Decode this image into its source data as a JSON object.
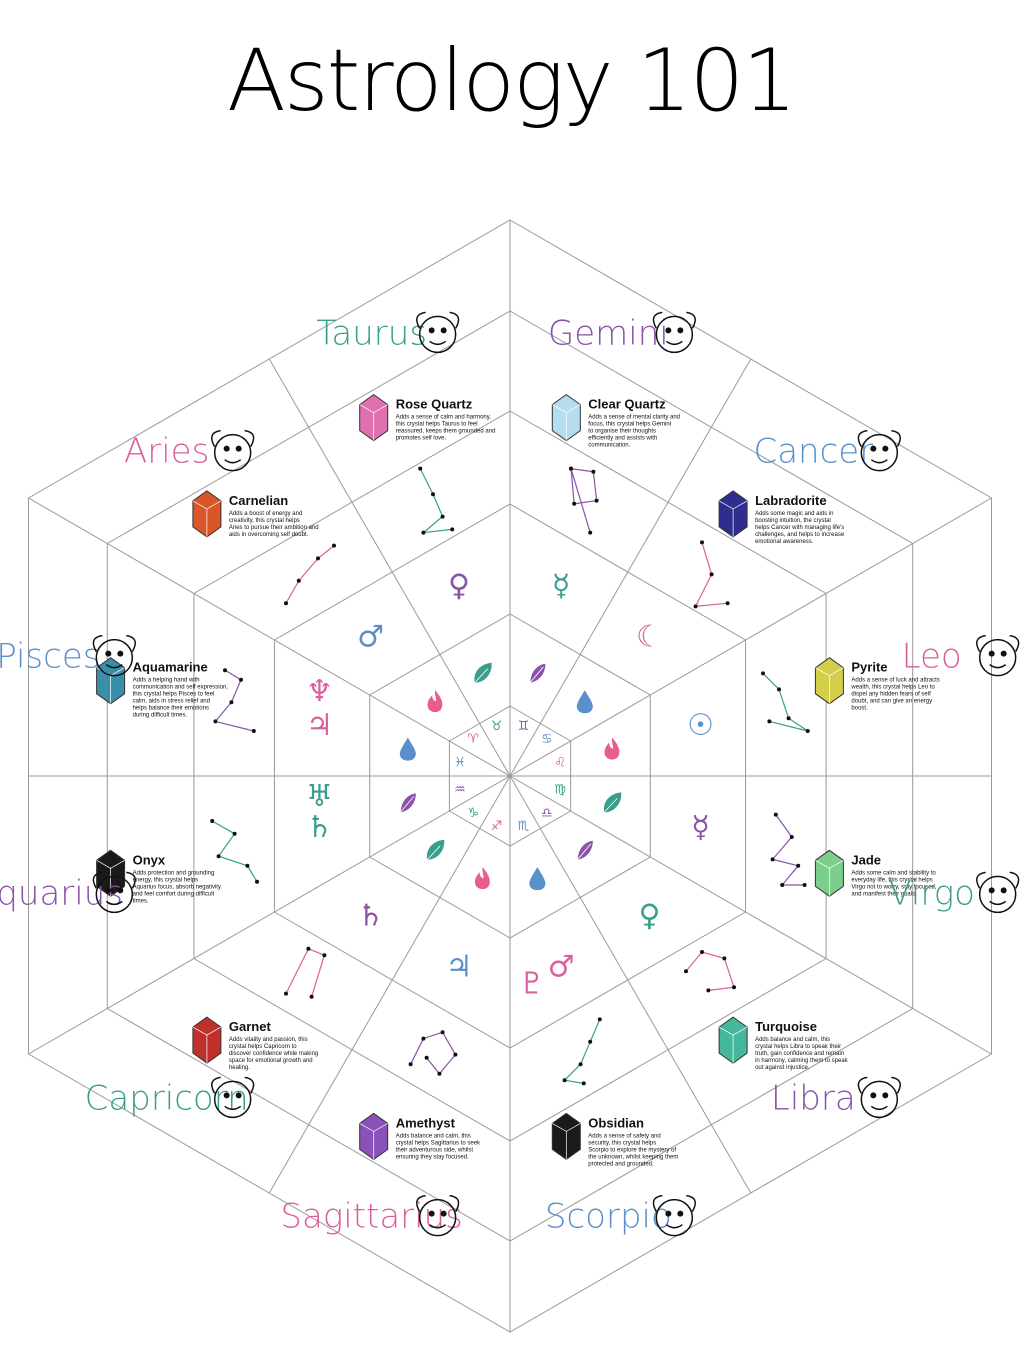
{
  "title": "Astrology 101",
  "colors": {
    "pink": "#d9609e",
    "teal": "#3a9e8c",
    "purple": "#8a52a8",
    "blue": "#5b8fc9",
    "line": "#9a9a9a"
  },
  "signs": [
    {
      "name": "Aries",
      "color": "#d9609e",
      "icon": "ram-icon",
      "crystal": "Carnelian",
      "crystal_color": "#d9552a",
      "desc": "Adds a boost of energy and creativity, this crystal helps Aries to pursue their ambition and aids in overcoming self doubt."
    },
    {
      "name": "Taurus",
      "color": "#3a9e8c",
      "icon": "bull-icon",
      "crystal": "Rose Quartz",
      "crystal_color": "#df6fae",
      "desc": "Adds a sense of calm and harmony, this crystal helps Taurus to feel reassured, keeps them grounded and promotes self love."
    },
    {
      "name": "Gemini",
      "color": "#8a52a8",
      "icon": "twins-icon",
      "crystal": "Clear Quartz",
      "crystal_color": "#b6dcf0",
      "desc": "Adds a sense of mental clarity and focus, this crystal helps Gemini to organise their thoughts efficiently and assists with communication."
    },
    {
      "name": "Cancer",
      "color": "#5b8fc9",
      "icon": "crab-icon",
      "crystal": "Labradorite",
      "crystal_color": "#2e2e8f",
      "desc": "Adds some magic and aids in boosting intuition, the crystal helps Cancer with managing life's challenges, and helps to increase emotional awareness."
    },
    {
      "name": "Leo",
      "color": "#d9609e",
      "icon": "lion-icon",
      "crystal": "Pyrite",
      "crystal_color": "#d4cf4a",
      "desc": "Adds a sense of luck and attracts wealth, this crystal helps Leo to dispel any hidden fears of self doubt, and can give an energy boost."
    },
    {
      "name": "Virgo",
      "color": "#3a9e8c",
      "icon": "maiden-icon",
      "crystal": "Jade",
      "crystal_color": "#7ccf8a",
      "desc": "Adds some calm and stability to everyday life, this crystal helps Virgo not to worry, stay focused, and manifest their goals."
    },
    {
      "name": "Libra",
      "color": "#8a52a8",
      "icon": "scales-icon",
      "crystal": "Turquoise",
      "crystal_color": "#45b79c",
      "desc": "Adds balance and calm, this crystal helps Libra to speak their truth, gain confidence and remain in harmony, calming them to speak out against injustice."
    },
    {
      "name": "Scorpio",
      "color": "#5b8fc9",
      "icon": "scorpion-icon",
      "crystal": "Obsidian",
      "crystal_color": "#1a1a1a",
      "desc": "Adds a sense of safety and security, this crystal helps Scorpio to explore the mystery of the unknown, whilst keeping them protected and grounded."
    },
    {
      "name": "Sagittarius",
      "color": "#d9609e",
      "icon": "archer-icon",
      "crystal": "Amethyst",
      "crystal_color": "#8a52b8",
      "desc": "Adds balance and calm, this crystal helps Sagittarius to seek their adventurous side, whilst ensuring they stay focused."
    },
    {
      "name": "Capricorn",
      "color": "#3a9e8c",
      "icon": "goat-icon",
      "crystal": "Garnet",
      "crystal_color": "#c0302a",
      "desc": "Adds vitality and passion, this crystal helps Capricorn to discover confidence while making space for emotional growth and healing."
    },
    {
      "name": "Aquarius",
      "color": "#8a52a8",
      "icon": "water-bearer-icon",
      "crystal": "Onyx",
      "crystal_color": "#1a1a1a",
      "desc": "Adds protection and grounding energy, this crystal helps Aquarius focus, absorb negativity and feel comfort during difficult times."
    },
    {
      "name": "Pisces",
      "color": "#5b8fc9",
      "icon": "fish-icon",
      "crystal": "Aquamarine",
      "crystal_color": "#3a8fa8",
      "desc": "Adds a helping hand with communication and self expression, this crystal helps Pisces to feel calm, aids in stress relief and helps balance their emotions during difficult times."
    }
  ],
  "ruling_planets": [
    {
      "glyph": "♂",
      "color": "#5b8fc9"
    },
    {
      "glyph": "♀",
      "color": "#8a52a8"
    },
    {
      "glyph": "☿",
      "color": "#3a9e8c"
    },
    {
      "glyph": "☾",
      "color": "#d9609e"
    },
    {
      "glyph": "☉",
      "color": "#5b8fc9"
    },
    {
      "glyph": "☿",
      "color": "#8a52a8"
    },
    {
      "glyph": "♀",
      "color": "#3a9e8c"
    },
    {
      "glyph": "♂",
      "color": "#d9609e"
    },
    {
      "glyph": "♃",
      "color": "#5b8fc9"
    },
    {
      "glyph": "♄",
      "color": "#8a52a8"
    },
    {
      "glyph": "♄",
      "color": "#3a9e8c"
    },
    {
      "glyph": "♃",
      "color": "#d9609e"
    }
  ],
  "modern_planets": [
    {
      "glyph": "♇",
      "color": "#d9609e"
    },
    {
      "glyph": "♅",
      "color": "#3a9e8c"
    },
    {
      "glyph": "♆",
      "color": "#d9609e"
    }
  ],
  "elements": [
    {
      "type": "fire",
      "icon": "flame-icon",
      "color": "#e95c8e"
    },
    {
      "type": "earth",
      "icon": "leaf-icon",
      "color": "#3a9e8c"
    },
    {
      "type": "air",
      "icon": "feather-icon",
      "color": "#8a52a8"
    },
    {
      "type": "water",
      "icon": "drop-icon",
      "color": "#5b8fc9"
    },
    {
      "type": "fire",
      "icon": "flame-icon",
      "color": "#e95c8e"
    },
    {
      "type": "earth",
      "icon": "leaf-icon",
      "color": "#3a9e8c"
    },
    {
      "type": "air",
      "icon": "feather-icon",
      "color": "#8a52a8"
    },
    {
      "type": "water",
      "icon": "drop-icon",
      "color": "#5b8fc9"
    },
    {
      "type": "fire",
      "icon": "flame-icon",
      "color": "#e95c8e"
    },
    {
      "type": "earth",
      "icon": "leaf-icon",
      "color": "#3a9e8c"
    },
    {
      "type": "air",
      "icon": "feather-icon",
      "color": "#8a52a8"
    },
    {
      "type": "water",
      "icon": "drop-icon",
      "color": "#5b8fc9"
    }
  ],
  "zodiac_glyphs": [
    "♈",
    "♉",
    "♊",
    "♋",
    "♌",
    "♍",
    "♎",
    "♏",
    "♐",
    "♑",
    "♒",
    "♓"
  ]
}
